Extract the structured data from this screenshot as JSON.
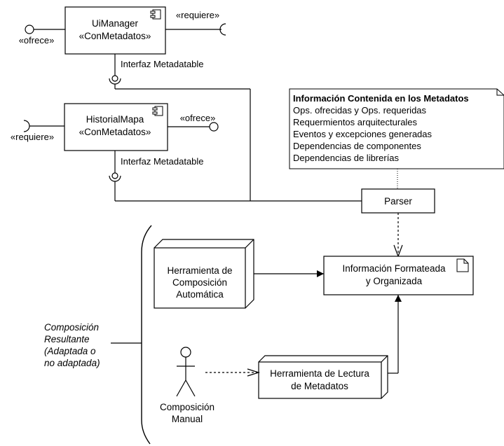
{
  "components": {
    "uimanager": {
      "name": "UiManager",
      "stereotype": "«ConMetadatos»"
    },
    "historial": {
      "name": "HistorialMapa",
      "stereotype": "«ConMetadatos»"
    }
  },
  "labels": {
    "uimanager_provides": "«ofrece»",
    "uimanager_requires": "«requiere»",
    "uimanager_interface": "Interfaz Metadatable",
    "historial_requires": "«requiere»",
    "historial_provides": "«ofrece»",
    "historial_interface": "Interfaz Metadatable"
  },
  "note": {
    "title": "Información Contenida en los Metadatos",
    "lines": [
      "Ops. ofrecidas y Ops. requeridas",
      "Requermientos arquitecturales",
      "Eventos y  excepciones generadas",
      "Dependencias de componentes",
      "Dependencias de librerías"
    ]
  },
  "parser": {
    "label": "Parser"
  },
  "info_formateada": {
    "lines": [
      "Información Formateada",
      "y Organizada"
    ]
  },
  "herramienta_composicion": {
    "lines": [
      "Herramienta de",
      "Composición",
      "Automática"
    ]
  },
  "herramienta_lectura": {
    "lines": [
      "Herramienta de Lectura",
      "de Metadatos"
    ]
  },
  "actor": {
    "lines": [
      "Composición",
      "Manual"
    ]
  },
  "composicion_resultante": {
    "lines": [
      "Composición",
      "Resultante",
      "(Adaptada o",
      "no adaptada)"
    ]
  }
}
